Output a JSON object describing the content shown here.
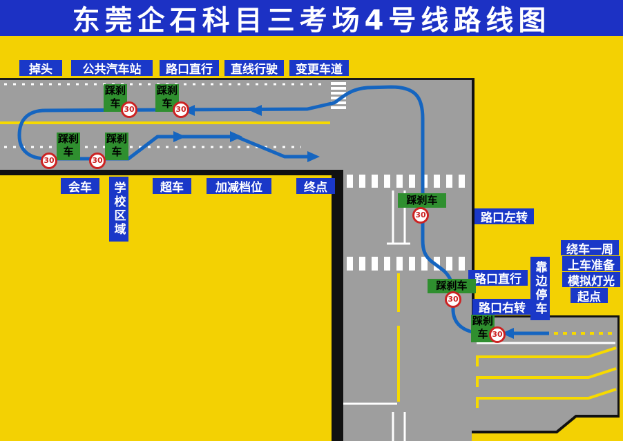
{
  "title": "东莞企石科目三考场4号线路线图",
  "signs": {
    "brake": "踩刹车",
    "speed": "30"
  },
  "labels": {
    "u_turn": "掉头",
    "bus_station": "公共汽车站",
    "straight_1": "路口直行",
    "drive_straight": "直线行驶",
    "change_lane": "变更车道",
    "meet_car": "会车",
    "school_zone": "学校区域",
    "overtake": "超车",
    "shift_gear": "加减档位",
    "end_point": "终点",
    "left_turn": "路口左转",
    "straight_2": "路口直行",
    "right_turn": "路口右转",
    "pull_over": "靠边停车",
    "around_car": "绕车一周",
    "board_prep": "上车准备",
    "sim_lights": "模拟灯光",
    "start_point": "起点"
  },
  "colors": {
    "bg_yellow": "#f3d103",
    "road_gray": "#9e9e9e",
    "label_blue": "#1a38c8",
    "route_blue": "#1565c0",
    "sign_green": "#2f8f2f",
    "speed_red": "#cc2222"
  }
}
